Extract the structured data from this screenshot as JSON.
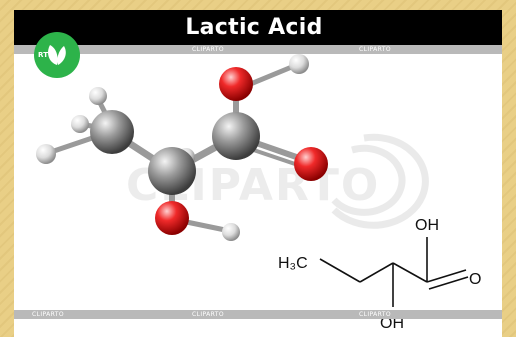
{
  "title": "Lactic Acid",
  "watermark": {
    "brand": "CLIPARTO",
    "stripe_label": "CLIPARTO",
    "logo_text": "RTO"
  },
  "formula": {
    "methyl_label": "H₃C",
    "hydroxyl_top": "OH",
    "carbonyl_o": "O",
    "hydroxyl_bottom": "OH"
  },
  "colors": {
    "carbon": "#8a8a8a",
    "oxygen": "#e01b24",
    "hydrogen": "#e8e8e8",
    "title_bar": "#000000",
    "logo": "#2db34a",
    "frame": "#e9cf86"
  }
}
